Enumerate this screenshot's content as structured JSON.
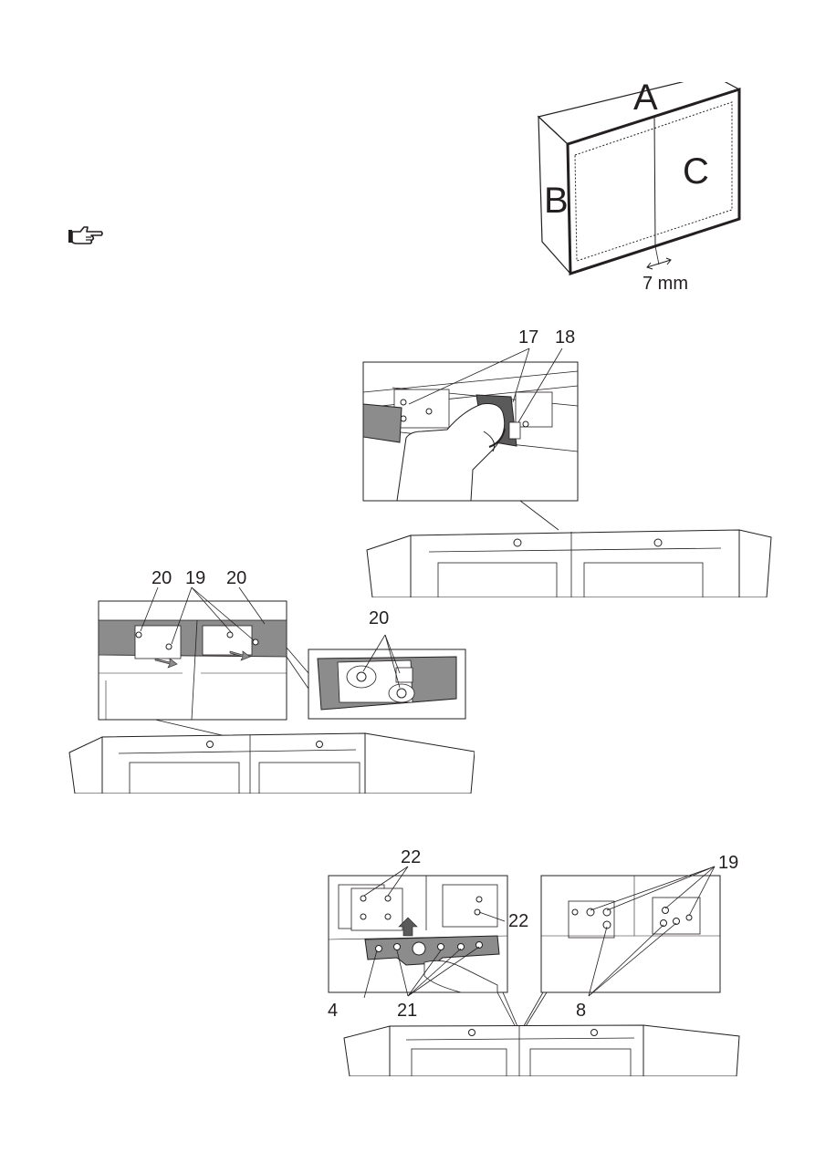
{
  "figure1": {
    "label_a": "A",
    "label_b": "B",
    "label_c": "C",
    "gap_label": "7 mm"
  },
  "note_icon": "pointing-hand-icon",
  "figure2": {
    "callout_17": "17",
    "callout_18": "18"
  },
  "figure3": {
    "callout_20_left": "20",
    "callout_19": "19",
    "callout_20_right": "20",
    "callout_20_zoom": "20"
  },
  "figure4": {
    "callout_22_top": "22",
    "callout_22_right": "22",
    "callout_4": "4",
    "callout_21": "21",
    "callout_19": "19",
    "callout_8": "8"
  },
  "colors": {
    "ink": "#231f20",
    "panel_gray": "#8c8c8c",
    "dark_gray": "#5a5a5a"
  }
}
